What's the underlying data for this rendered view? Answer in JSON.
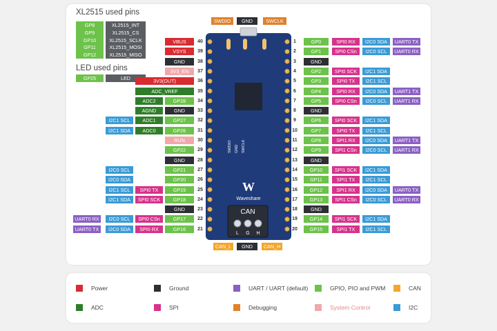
{
  "xl_title": "XL2515 used pins",
  "xl_pins": [
    {
      "gp": "GP8",
      "fn": "XL2515_INT"
    },
    {
      "gp": "GP9",
      "fn": "XL2515_CS"
    },
    {
      "gp": "GP10",
      "fn": "XL2515_SCLK"
    },
    {
      "gp": "GP11",
      "fn": "XL2515_MOSI"
    },
    {
      "gp": "GP12",
      "fn": "XL2515_MISO"
    }
  ],
  "led_title": "LED used pins",
  "led_pin": {
    "gp": "GP25",
    "fn": "LED"
  },
  "top_labels": [
    {
      "text": "SWDIO",
      "color": "dbg"
    },
    {
      "text": "GND",
      "color": "dark"
    },
    {
      "text": "SWCLK",
      "color": "dbg"
    }
  ],
  "bottom_labels": [
    {
      "text": "CAN_L",
      "color": "can"
    },
    {
      "text": "GND",
      "color": "dark"
    },
    {
      "text": "CAN_H",
      "color": "can"
    }
  ],
  "left_pins": [
    {
      "num": "40",
      "board": "VBUS",
      "labels": [
        {
          "text": "VBUS",
          "color": "power"
        }
      ]
    },
    {
      "num": "39",
      "board": "VSYS",
      "labels": [
        {
          "text": "VSYS",
          "color": "power"
        }
      ]
    },
    {
      "num": "38",
      "board": "GND",
      "labels": [
        {
          "text": "GND",
          "color": "dark"
        }
      ]
    },
    {
      "num": "37",
      "board": "3V3_EN",
      "labels": [
        {
          "text": "3V3_EN",
          "color": "pink"
        }
      ]
    },
    {
      "num": "36",
      "board": "3V3",
      "labels": [
        {
          "text": "3V3(OUT)",
          "color": "power"
        }
      ]
    },
    {
      "num": "35",
      "board": "ADC_VREF",
      "labels": [
        {
          "text": "ADC_VREF",
          "color": "adc"
        }
      ]
    },
    {
      "num": "34",
      "board": "GP28_A2",
      "labels": [
        {
          "text": "GP28",
          "color": "gpio"
        },
        {
          "text": "ADC2",
          "color": "adc"
        }
      ]
    },
    {
      "num": "33",
      "board": "GND",
      "labels": [
        {
          "text": "GND",
          "color": "dark"
        },
        {
          "text": "AGND",
          "color": "adc"
        }
      ]
    },
    {
      "num": "32",
      "board": "GP27_A1",
      "labels": [
        {
          "text": "GP27",
          "color": "gpio"
        },
        {
          "text": "ADC1",
          "color": "adc"
        },
        {
          "text": "I2C1 SCL",
          "color": "i2c"
        }
      ]
    },
    {
      "num": "31",
      "board": "GP26_A0",
      "labels": [
        {
          "text": "GP26",
          "color": "gpio"
        },
        {
          "text": "ADC0",
          "color": "adc"
        },
        {
          "text": "I2C1 SDA",
          "color": "i2c"
        }
      ]
    },
    {
      "num": "30",
      "board": "RUN",
      "labels": [
        {
          "text": "RUN",
          "color": "pink"
        }
      ]
    },
    {
      "num": "29",
      "board": "GP22",
      "labels": [
        {
          "text": "GP22",
          "color": "gpio"
        }
      ]
    },
    {
      "num": "28",
      "board": "GND",
      "labels": [
        {
          "text": "GND",
          "color": "dark"
        }
      ]
    },
    {
      "num": "27",
      "board": "GP21",
      "labels": [
        {
          "text": "GP21",
          "color": "gpio"
        },
        {
          "text": "",
          "color": "none"
        },
        {
          "text": "I2C0 SCL",
          "color": "i2c"
        }
      ]
    },
    {
      "num": "26",
      "board": "GP20",
      "labels": [
        {
          "text": "GP20",
          "color": "gpio"
        },
        {
          "text": "",
          "color": "none"
        },
        {
          "text": "I2C0 SDA",
          "color": "i2c"
        }
      ]
    },
    {
      "num": "25",
      "board": "GP19",
      "labels": [
        {
          "text": "GP19",
          "color": "gpio"
        },
        {
          "text": "SPI0 TX",
          "color": "spi"
        },
        {
          "text": "I2C1 SCL",
          "color": "i2c"
        }
      ]
    },
    {
      "num": "24",
      "board": "GP18",
      "labels": [
        {
          "text": "GP18",
          "color": "gpio"
        },
        {
          "text": "SPI0 SCK",
          "color": "spi"
        },
        {
          "text": "I2C1 SDA",
          "color": "i2c"
        }
      ]
    },
    {
      "num": "23",
      "board": "GND",
      "labels": [
        {
          "text": "GND",
          "color": "dark"
        }
      ]
    },
    {
      "num": "22",
      "board": "GP17",
      "labels": [
        {
          "text": "GP17",
          "color": "gpio"
        },
        {
          "text": "SPI0 CSn",
          "color": "spi"
        },
        {
          "text": "I2C0 SCL",
          "color": "i2c"
        },
        {
          "text": "UART0 RX",
          "color": "uart"
        }
      ]
    },
    {
      "num": "21",
      "board": "GP16",
      "labels": [
        {
          "text": "GP16",
          "color": "gpio"
        },
        {
          "text": "SPI0 RX",
          "color": "spi"
        },
        {
          "text": "I2C0 SDA",
          "color": "i2c"
        },
        {
          "text": "UART0 TX",
          "color": "uart"
        }
      ]
    }
  ],
  "right_pins": [
    {
      "num": "1",
      "board": "GP0",
      "labels": [
        {
          "text": "GP0",
          "color": "gpio"
        },
        {
          "text": "SPI0 RX",
          "color": "spi"
        },
        {
          "text": "I2C0 SDA",
          "color": "i2c"
        },
        {
          "text": "UART0 TX",
          "color": "uart"
        }
      ]
    },
    {
      "num": "2",
      "board": "GP1",
      "labels": [
        {
          "text": "GP1",
          "color": "gpio"
        },
        {
          "text": "SPI0 CSn",
          "color": "spi"
        },
        {
          "text": "I2C0 SCL",
          "color": "i2c"
        },
        {
          "text": "UART0 RX",
          "color": "uart"
        }
      ]
    },
    {
      "num": "3",
      "board": "GND",
      "labels": [
        {
          "text": "GND",
          "color": "dark"
        }
      ]
    },
    {
      "num": "4",
      "board": "GP2",
      "labels": [
        {
          "text": "GP2",
          "color": "gpio"
        },
        {
          "text": "SPI0 SCK",
          "color": "spi"
        },
        {
          "text": "I2C1 SDA",
          "color": "i2c"
        }
      ]
    },
    {
      "num": "5",
      "board": "GP3",
      "labels": [
        {
          "text": "GP3",
          "color": "gpio"
        },
        {
          "text": "SPI0 TX",
          "color": "spi"
        },
        {
          "text": "I2C1 SCL",
          "color": "i2c"
        }
      ]
    },
    {
      "num": "6",
      "board": "GP4",
      "labels": [
        {
          "text": "GP4",
          "color": "gpio"
        },
        {
          "text": "SPI0 RX",
          "color": "spi"
        },
        {
          "text": "I2C0 SDA",
          "color": "i2c"
        },
        {
          "text": "UART1 TX",
          "color": "uart"
        }
      ]
    },
    {
      "num": "7",
      "board": "GP5",
      "labels": [
        {
          "text": "GP5",
          "color": "gpio"
        },
        {
          "text": "SPI0 CSn",
          "color": "spi"
        },
        {
          "text": "I2C0 SCL",
          "color": "i2c"
        },
        {
          "text": "UART1 RX",
          "color": "uart"
        }
      ]
    },
    {
      "num": "8",
      "board": "GND",
      "labels": [
        {
          "text": "GND",
          "color": "dark"
        }
      ]
    },
    {
      "num": "9",
      "board": "GP6",
      "labels": [
        {
          "text": "GP6",
          "color": "gpio"
        },
        {
          "text": "SPI0 SCK",
          "color": "spi"
        },
        {
          "text": "I2C1 SDA",
          "color": "i2c"
        }
      ]
    },
    {
      "num": "10",
      "board": "GP7",
      "labels": [
        {
          "text": "GP7",
          "color": "gpio"
        },
        {
          "text": "SPI0 TX",
          "color": "spi"
        },
        {
          "text": "I2C1 SCL",
          "color": "i2c"
        }
      ]
    },
    {
      "num": "11",
      "board": "GP8",
      "labels": [
        {
          "text": "GP8",
          "color": "gpio"
        },
        {
          "text": "SPI1 RX",
          "color": "spi"
        },
        {
          "text": "I2C0 SDA",
          "color": "i2c"
        },
        {
          "text": "UART1 TX",
          "color": "uart"
        }
      ]
    },
    {
      "num": "12",
      "board": "GP9",
      "labels": [
        {
          "text": "GP9",
          "color": "gpio"
        },
        {
          "text": "SPI1 CSn",
          "color": "spi"
        },
        {
          "text": "I2C0 SCL",
          "color": "i2c"
        },
        {
          "text": "UART1 RX",
          "color": "uart"
        }
      ]
    },
    {
      "num": "13",
      "board": "GND",
      "labels": [
        {
          "text": "GND",
          "color": "dark"
        }
      ]
    },
    {
      "num": "14",
      "board": "GP10",
      "labels": [
        {
          "text": "GP10",
          "color": "gpio"
        },
        {
          "text": "SPI1 SCK",
          "color": "spi"
        },
        {
          "text": "I2C1 SDA",
          "color": "i2c"
        }
      ]
    },
    {
      "num": "15",
      "board": "GP11",
      "labels": [
        {
          "text": "GP11",
          "color": "gpio"
        },
        {
          "text": "SPI1 TX",
          "color": "spi"
        },
        {
          "text": "I2C1 SCL",
          "color": "i2c"
        }
      ]
    },
    {
      "num": "16",
      "board": "GP12",
      "labels": [
        {
          "text": "GP12",
          "color": "gpio"
        },
        {
          "text": "SPI1 RX",
          "color": "spi"
        },
        {
          "text": "I2C0 SDA",
          "color": "i2c"
        },
        {
          "text": "UART0 TX",
          "color": "uart"
        }
      ]
    },
    {
      "num": "17",
      "board": "GP13",
      "labels": [
        {
          "text": "GP13",
          "color": "gpio"
        },
        {
          "text": "SPI1 CSn",
          "color": "spi"
        },
        {
          "text": "I2C0 SCL",
          "color": "i2c"
        },
        {
          "text": "UART0 RX",
          "color": "uart"
        }
      ]
    },
    {
      "num": "18",
      "board": "GND",
      "labels": [
        {
          "text": "GND",
          "color": "dark"
        }
      ]
    },
    {
      "num": "19",
      "board": "GP14",
      "labels": [
        {
          "text": "GP14",
          "color": "gpio"
        },
        {
          "text": "SPI1 SCK",
          "color": "spi"
        },
        {
          "text": "I2C1 SDA",
          "color": "i2c"
        }
      ]
    },
    {
      "num": "20",
      "board": "GP15",
      "labels": [
        {
          "text": "GP15",
          "color": "gpio"
        },
        {
          "text": "SPI1 TX",
          "color": "spi"
        },
        {
          "text": "I2C1 SCL",
          "color": "i2c"
        }
      ]
    }
  ],
  "board": {
    "can_text": "CAN",
    "brand": "Waveshare",
    "debug_labels": [
      "SWDIO",
      "GND",
      "SWCLK"
    ],
    "can_pins": [
      "L",
      "G",
      "H"
    ]
  },
  "legend": [
    {
      "text": "Power",
      "color": "power"
    },
    {
      "text": "Ground",
      "color": "dark"
    },
    {
      "text": "UART / UART (default)",
      "color": "uart"
    },
    {
      "text": "GPIO, PIO and PWM",
      "color": "gpio"
    },
    {
      "text": "CAN",
      "color": "can"
    },
    {
      "text": "ADC",
      "color": "adc"
    },
    {
      "text": "SPI",
      "color": "spi"
    },
    {
      "text": "Debugging",
      "color": "dbg"
    },
    {
      "text": "System Control",
      "color": "sys"
    },
    {
      "text": "I2C",
      "color": "i2c"
    }
  ],
  "colors": {
    "gpio": "#6cc24a",
    "dark": "#2d2f35",
    "gray": "#5a5d62",
    "power": "#d82b32",
    "adc": "#2f7d2a",
    "spi": "#d6338b",
    "uart": "#8a60c4",
    "i2c": "#3a9bd6",
    "can": "#f4a62a",
    "dbg": "#e0812b",
    "sys": "#f0a8ab",
    "pink": "#f0a8ab",
    "board": "#1f3b7a"
  }
}
